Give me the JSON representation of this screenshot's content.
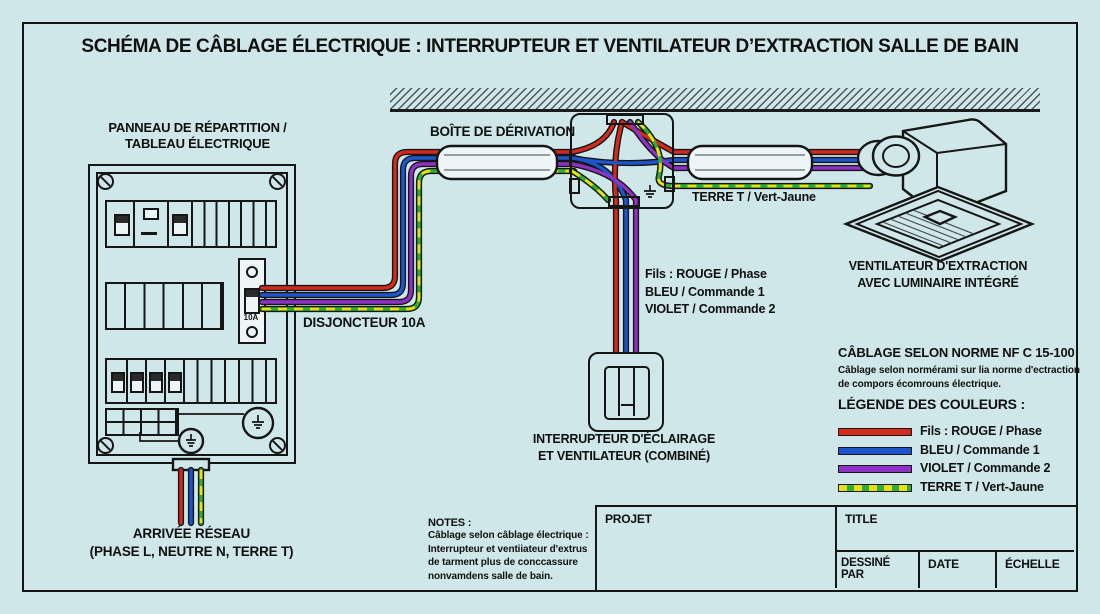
{
  "title": "SCHÉMA DE CÂBLAGE ÉLECTRIQUE : INTERRUPTEUR ET VENTILATEUR D’EXTRACTION SALLE DE BAIN",
  "panel": {
    "label1": "PANNEAU DE RÉPARTITION /",
    "label2": "TABLEAU ÉLECTRIQUE",
    "breaker_rating": "10A",
    "breaker_label": "DISJONCTEUR 10A"
  },
  "junction_box": {
    "label": "BOÎTE DE DÉRIVATION"
  },
  "earth": {
    "label": "TERRE T / Vert-Jaune"
  },
  "wire_info": {
    "line1": "Fils : ROUGE / Phase",
    "line2": "BLEU / Commande 1",
    "line3": "VIOLET / Commande 2"
  },
  "fan": {
    "line1": "VENTILATEUR D'EXTRACTION",
    "line2": "AVEC LUMINAIRE INTÉGRÉ"
  },
  "switch": {
    "line1": "INTERRUPTEUR D'ÉCLAIRAGE",
    "line2": "ET VENTILATEUR (COMBINÉ)"
  },
  "supply": {
    "line1": "ARRIVÉE RÉSEAU",
    "line2": "(PHASE L, NEUTRE N, TERRE T)"
  },
  "standard": {
    "title": "CÂBLAGE SELON NORME NF C 15-100",
    "line1": "Câblage selon normérami sur lia norme d'ectraction",
    "line2": "de compors écomrouns électrique."
  },
  "legend": {
    "title": "LÉGENDE DES COULEURS :",
    "items": [
      {
        "label": "Fils : ROUGE / Phase",
        "color": "#d42a1e"
      },
      {
        "label": "BLEU / Commande 1",
        "color": "#1d56cc"
      },
      {
        "label": "VIOLET / Commande 2",
        "color": "#9031c5"
      },
      {
        "label": "TERRE T / Vert-Jaune",
        "color": "#2fae35",
        "dash_color": "#ecdf0e"
      }
    ]
  },
  "notes": {
    "title": "NOTES :",
    "line1": "Câblage selon câblage électrique :",
    "line2": "Interrupteur et ventiiateur d'extrus",
    "line3": "de tarment plus de conccassure",
    "line4": "nonvamdens salle de bain."
  },
  "title_block": {
    "projet": "PROJET",
    "title": "TITLE",
    "dessine_par": "DESSINÉ PAR",
    "date": "DATE",
    "echelle": "ÉCHELLE"
  },
  "colors": {
    "background": "#cfe7e8",
    "line": "#161616",
    "phase_red": "#d42a1e",
    "commande1_blue": "#1d56cc",
    "commande2_violet": "#9031c5",
    "terre_green": "#2fae35",
    "terre_yellow": "#ecdf0e"
  }
}
